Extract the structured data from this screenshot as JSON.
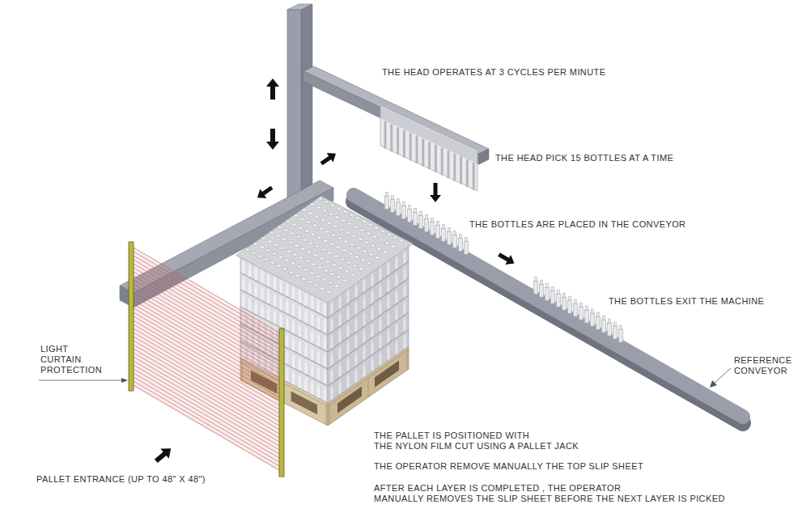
{
  "diagram": {
    "labels": [
      "THE HEAD OPERATES AT 3 CYCLES PER MINUTE",
      "THE HEAD PICK 15 BOTTLES AT A TIME",
      "THE BOTTLES ARE PLACED IN THE CONVEYOR",
      "THE BOTTLES EXIT THE MACHINE",
      "REFERENCE CONVEYOR",
      "LIGHT CURTAIN PROTECTION",
      "PALLET ENTRANCE (UP TO 48\" X 48\")",
      "THE PALLET IS POSITIONED WITH THE NYLON FILM CUT USING A PALLET JACK",
      "THE OPERATOR REMOVE MANUALLY THE TOP SLIP SHEET",
      "AFTER EACH LAYER IS COMPLETED , THE OPERATOR MANUALLY REMOVES THE SLIP SHEET BEFORE THE NEXT LAYER IS PICKED"
    ]
  }
}
